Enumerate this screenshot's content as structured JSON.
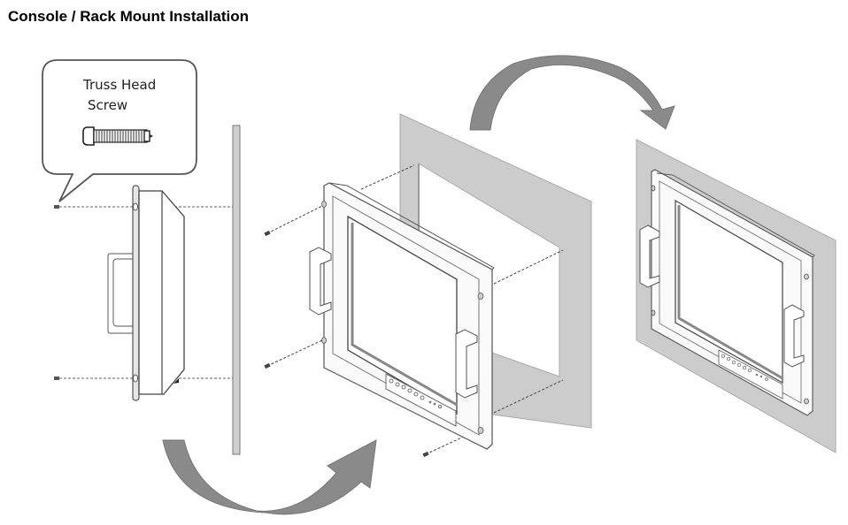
{
  "title": "Console / Rack Mount Installation",
  "callout": {
    "line1": "Truss Head",
    "line2": "Screw",
    "icon": "screw-icon"
  },
  "colors": {
    "panel_fill": "#cccccc",
    "arrow_fill": "#888888",
    "line": "#555555",
    "background": "#ffffff"
  },
  "steps": [
    {
      "name": "side-view",
      "description": "Monitor side view with screws aligned to mounting panel"
    },
    {
      "name": "exploded-view",
      "description": "Monitor front with screws and rack panel cutout"
    },
    {
      "name": "installed-view",
      "description": "Monitor installed in rack panel"
    }
  ]
}
